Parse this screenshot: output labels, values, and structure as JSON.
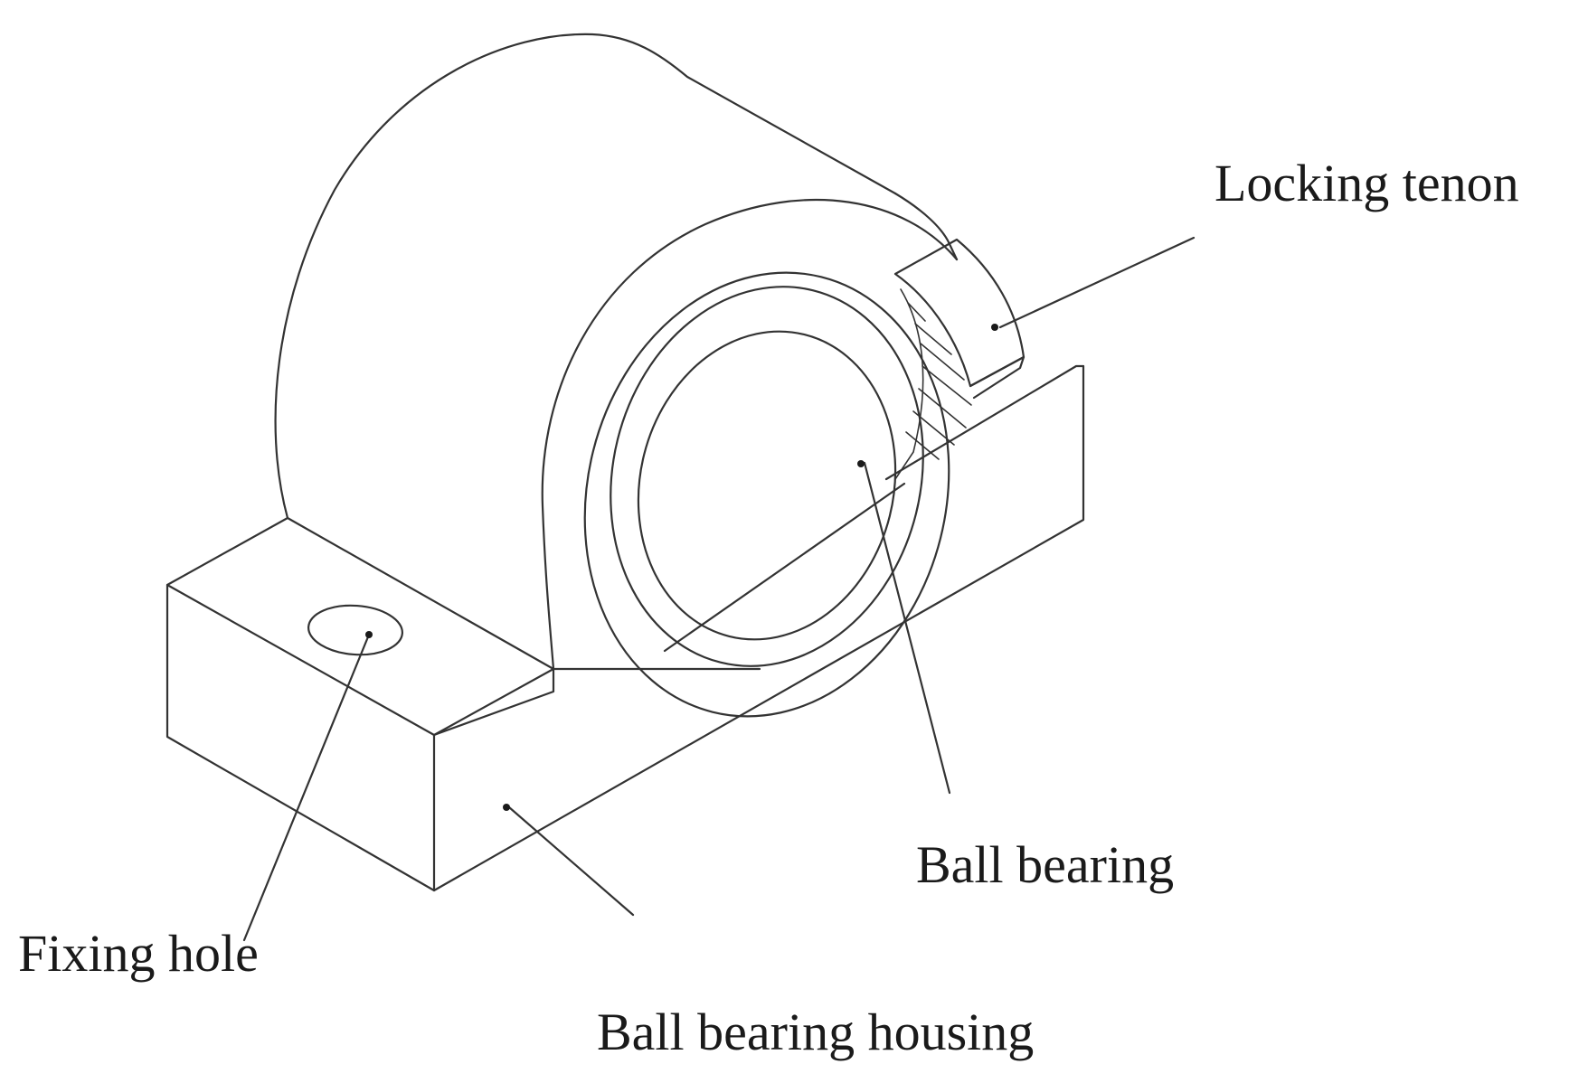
{
  "labels": {
    "locking_tenon": "Locking tenon",
    "ball_bearing": "Ball bearing",
    "fixing_hole": "Fixing hole",
    "ball_bearing_housing": "Ball bearing housing"
  },
  "colors": {
    "line": "#333333",
    "text": "#1a1a1a",
    "background": "#ffffff"
  }
}
